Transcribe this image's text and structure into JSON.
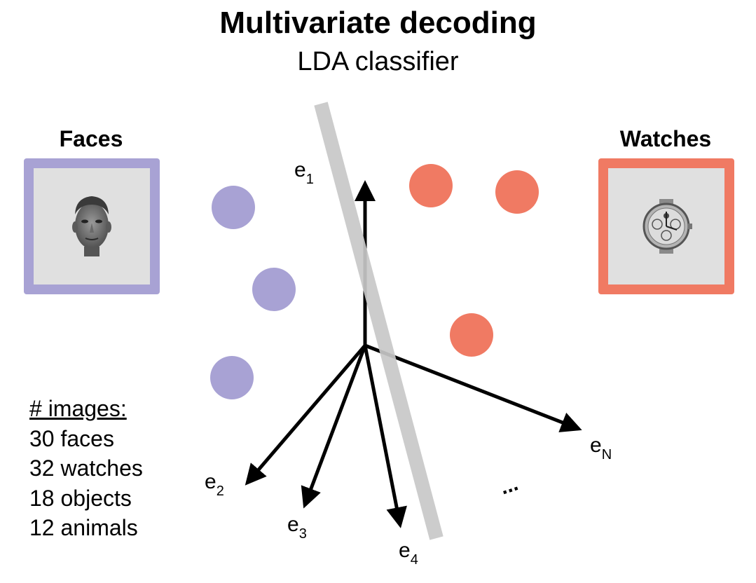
{
  "title": "Multivariate decoding",
  "subtitle": "LDA classifier",
  "categories": {
    "left": {
      "label": "Faces",
      "image": "face-photo",
      "color": "#a8a2d4"
    },
    "right": {
      "label": "Watches",
      "image": "watch-photo",
      "color": "#f07a63"
    }
  },
  "points": {
    "faces_count": 3,
    "watches_count": 3
  },
  "axes": {
    "e1": {
      "base": "e",
      "sub": "1"
    },
    "e2": {
      "base": "e",
      "sub": "2"
    },
    "e3": {
      "base": "e",
      "sub": "3"
    },
    "e4": {
      "base": "e",
      "sub": "4"
    },
    "eN": {
      "base": "e",
      "sub": "N"
    },
    "ellipsis": "..."
  },
  "stats": {
    "heading": "# images:",
    "lines": [
      "30 faces",
      "32 watches",
      "18 objects",
      "12 animals"
    ]
  },
  "colors": {
    "boundary": "#c8c8c8",
    "axis": "#000000"
  }
}
